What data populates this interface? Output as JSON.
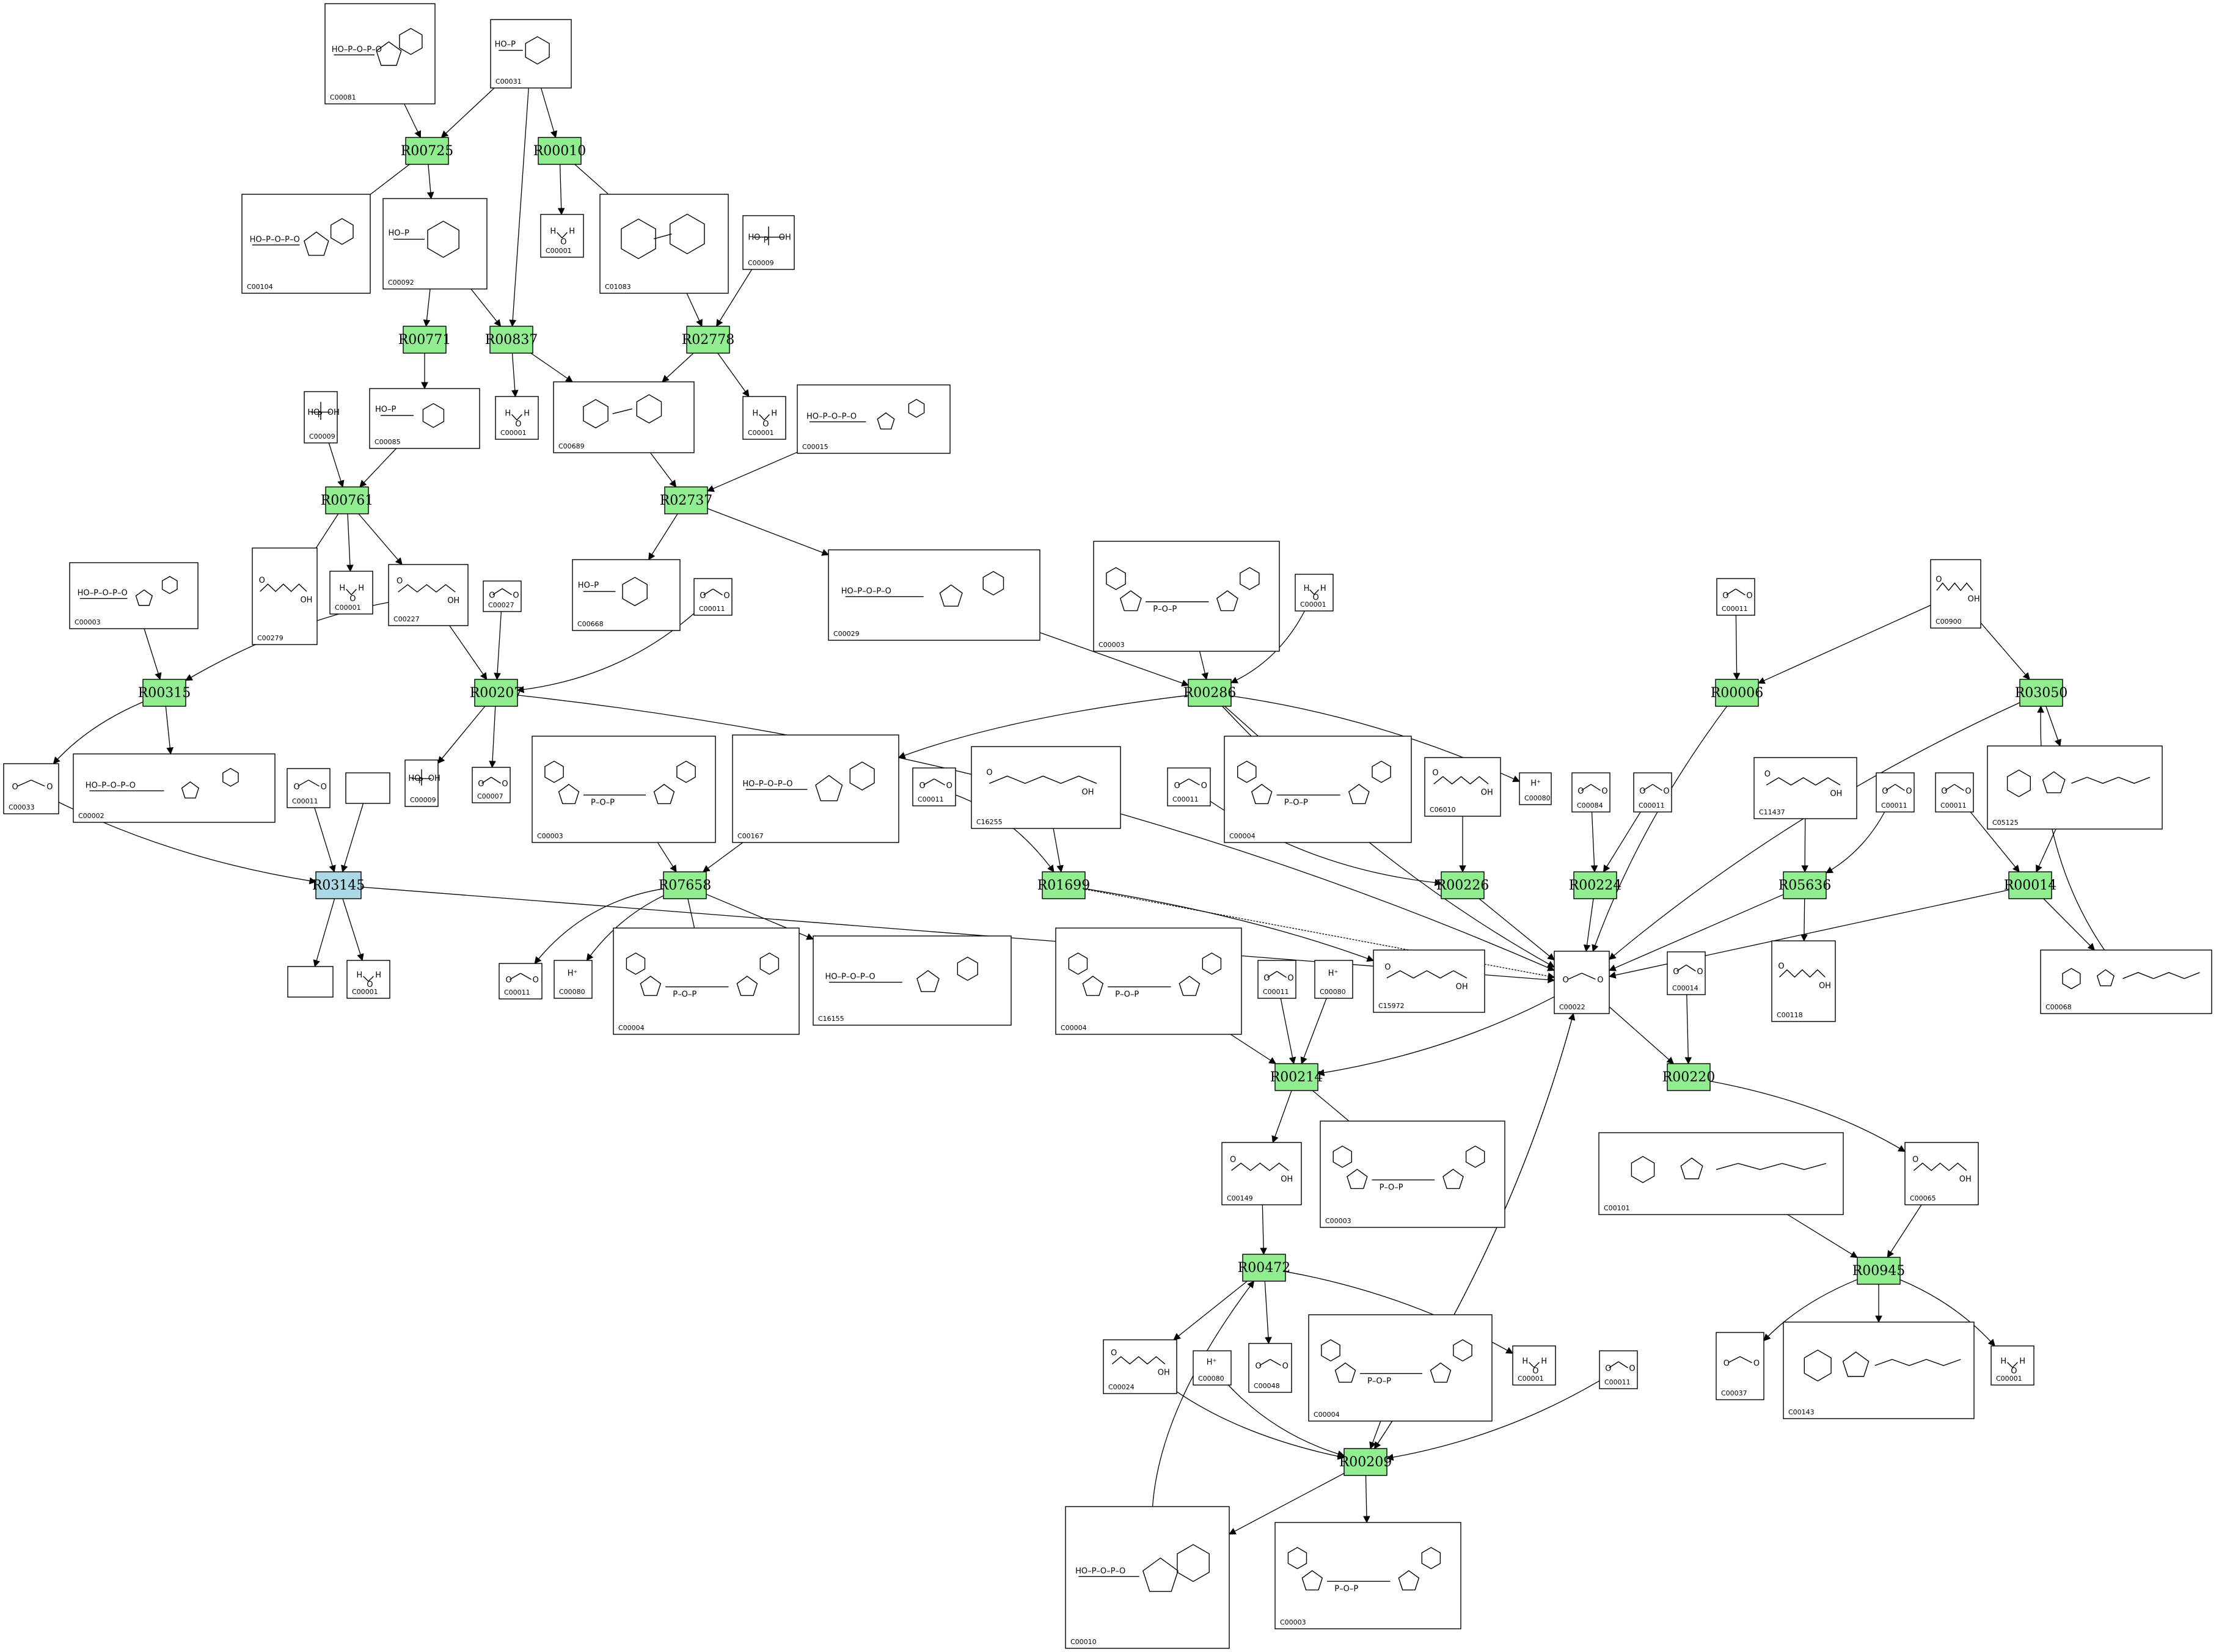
{
  "colors": {
    "reaction": "#90ee90",
    "reaction_highlight": "#add8e6",
    "edge": "#000000"
  },
  "reactions": [
    {
      "id": "R00725",
      "label": "R00725",
      "highlight": false
    },
    {
      "id": "R00010",
      "label": "R00010",
      "highlight": false
    },
    {
      "id": "R00771",
      "label": "R00771",
      "highlight": false
    },
    {
      "id": "R00837",
      "label": "R00837",
      "highlight": false
    },
    {
      "id": "R02778",
      "label": "R02778",
      "highlight": false
    },
    {
      "id": "R00761",
      "label": "R00761",
      "highlight": false
    },
    {
      "id": "R02737",
      "label": "R02737",
      "highlight": false
    },
    {
      "id": "R00315",
      "label": "R00315",
      "highlight": false
    },
    {
      "id": "R00207",
      "label": "R00207",
      "highlight": false
    },
    {
      "id": "R00286",
      "label": "R00286",
      "highlight": false
    },
    {
      "id": "R00006",
      "label": "R00006",
      "highlight": false
    },
    {
      "id": "R03050",
      "label": "R03050",
      "highlight": false
    },
    {
      "id": "R03145",
      "label": "R03145",
      "highlight": true
    },
    {
      "id": "R07658",
      "label": "R07658",
      "highlight": false
    },
    {
      "id": "R01699",
      "label": "R01699",
      "highlight": false
    },
    {
      "id": "R00226",
      "label": "R00226",
      "highlight": false
    },
    {
      "id": "R00224",
      "label": "R00224",
      "highlight": false
    },
    {
      "id": "R05636",
      "label": "R05636",
      "highlight": false
    },
    {
      "id": "R00014",
      "label": "R00014",
      "highlight": false
    },
    {
      "id": "R00214",
      "label": "R00214",
      "highlight": false
    },
    {
      "id": "R00220",
      "label": "R00220",
      "highlight": false
    },
    {
      "id": "R00472",
      "label": "R00472",
      "highlight": false
    },
    {
      "id": "R00945",
      "label": "R00945",
      "highlight": false
    },
    {
      "id": "R00209",
      "label": "R00209",
      "highlight": false
    }
  ],
  "compounds": [
    {
      "key": "a_C00081",
      "label": "C00081",
      "mol": "nucleotide"
    },
    {
      "key": "a_C00031",
      "label": "C00031",
      "mol": "sugar"
    },
    {
      "key": "a_C00104",
      "label": "C00104",
      "mol": "nucleotide"
    },
    {
      "key": "a_C00092",
      "label": "C00092",
      "mol": "sugar"
    },
    {
      "key": "a_C00001a",
      "label": "C00001",
      "mol": "water"
    },
    {
      "key": "a_C01083",
      "label": "C01083",
      "mol": "disaccharide"
    },
    {
      "key": "a_C00009a",
      "label": "C00009",
      "mol": "phosphate"
    },
    {
      "key": "a_C00009b",
      "label": "C00009",
      "mol": "phosphate"
    },
    {
      "key": "a_C00085",
      "label": "C00085",
      "mol": "sugar"
    },
    {
      "key": "a_C00001b",
      "label": "C00001",
      "mol": "water"
    },
    {
      "key": "a_C00689",
      "label": "C00689",
      "mol": "disaccharide"
    },
    {
      "key": "a_C00001c",
      "label": "C00001",
      "mol": "water"
    },
    {
      "key": "a_C00015",
      "label": "C00015",
      "mol": "nucleotide"
    },
    {
      "key": "a_C00279",
      "label": "C00279",
      "mol": "chain"
    },
    {
      "key": "a_C00001d",
      "label": "C00001",
      "mol": "water"
    },
    {
      "key": "a_C00227",
      "label": "C00227",
      "mol": "chain"
    },
    {
      "key": "a_C00003a",
      "label": "C00003",
      "mol": "nucleotide"
    },
    {
      "key": "a_C00027",
      "label": "C00027",
      "mol": "small"
    },
    {
      "key": "a_C00668",
      "label": "C00668",
      "mol": "sugar"
    },
    {
      "key": "a_C00011a",
      "label": "C00011",
      "mol": "small"
    },
    {
      "key": "a_C00029",
      "label": "C00029",
      "mol": "nucleotide"
    },
    {
      "key": "a_C00003b",
      "label": "C00003",
      "mol": "dinucleotide"
    },
    {
      "key": "a_C00001e",
      "label": "C00001",
      "mol": "water"
    },
    {
      "key": "a_C00011b",
      "label": "C00011",
      "mol": "small"
    },
    {
      "key": "a_C00900",
      "label": "C00900",
      "mol": "chain"
    },
    {
      "key": "a_C00033",
      "label": "C00033",
      "mol": "small"
    },
    {
      "key": "a_C00002",
      "label": "C00002",
      "mol": "nucleotide"
    },
    {
      "key": "a_C00011c",
      "label": "C00011",
      "mol": "small"
    },
    {
      "key": "a_blank1",
      "label": "",
      "mol": "none"
    },
    {
      "key": "a_C00009c",
      "label": "C00009",
      "mol": "phosphate"
    },
    {
      "key": "a_C00007",
      "label": "C00007",
      "mol": "small"
    },
    {
      "key": "a_C00003c",
      "label": "C00003",
      "mol": "dinucleotide"
    },
    {
      "key": "a_C00167",
      "label": "C00167",
      "mol": "nucleotide"
    },
    {
      "key": "a_C00011d",
      "label": "C00011",
      "mol": "small"
    },
    {
      "key": "a_C16255",
      "label": "C16255",
      "mol": "chain"
    },
    {
      "key": "a_C00004a",
      "label": "C00004",
      "mol": "dinucleotide"
    },
    {
      "key": "a_C00080a",
      "label": "C00080",
      "mol": "hplus"
    },
    {
      "key": "a_C00011e",
      "label": "C00011",
      "mol": "small"
    },
    {
      "key": "a_C06010",
      "label": "C06010",
      "mol": "chain"
    },
    {
      "key": "a_C00084",
      "label": "C00084",
      "mol": "small"
    },
    {
      "key": "a_C00011f",
      "label": "C00011",
      "mol": "small"
    },
    {
      "key": "a_C11437",
      "label": "C11437",
      "mol": "chain"
    },
    {
      "key": "a_C00011g",
      "label": "C00011",
      "mol": "small"
    },
    {
      "key": "a_C00011h",
      "label": "C00011",
      "mol": "small"
    },
    {
      "key": "a_C05125",
      "label": "C05125",
      "mol": "heterocycle"
    },
    {
      "key": "a_blank2",
      "label": "",
      "mol": "none"
    },
    {
      "key": "a_C00001f",
      "label": "C00001",
      "mol": "water"
    },
    {
      "key": "a_C00011i",
      "label": "C00011",
      "mol": "small"
    },
    {
      "key": "a_C00080b",
      "label": "C00080",
      "mol": "hplus"
    },
    {
      "key": "a_C00004b",
      "label": "C00004",
      "mol": "dinucleotide"
    },
    {
      "key": "a_C16155",
      "label": "C16155",
      "mol": "nucleotide"
    },
    {
      "key": "a_C00004c",
      "label": "C00004",
      "mol": "dinucleotide"
    },
    {
      "key": "a_C00011j",
      "label": "C00011",
      "mol": "small"
    },
    {
      "key": "a_C00080c",
      "label": "C00080",
      "mol": "hplus"
    },
    {
      "key": "a_C15972",
      "label": "C15972",
      "mol": "chain"
    },
    {
      "key": "a_C00022",
      "label": "C00022",
      "mol": "small"
    },
    {
      "key": "a_C00014",
      "label": "C00014",
      "mol": "small"
    },
    {
      "key": "a_C00118",
      "label": "C00118",
      "mol": "chain"
    },
    {
      "key": "a_C00068",
      "label": "C00068",
      "mol": "heterocycle"
    },
    {
      "key": "a_C00149",
      "label": "C00149",
      "mol": "chain"
    },
    {
      "key": "a_C00003d",
      "label": "C00003",
      "mol": "dinucleotide"
    },
    {
      "key": "a_C00101",
      "label": "C00101",
      "mol": "heterocycle"
    },
    {
      "key": "a_C00065",
      "label": "C00065",
      "mol": "chain"
    },
    {
      "key": "a_C00024",
      "label": "C00024",
      "mol": "chain"
    },
    {
      "key": "a_C00080d",
      "label": "C00080",
      "mol": "hplus"
    },
    {
      "key": "a_C00048",
      "label": "C00048",
      "mol": "small"
    },
    {
      "key": "a_C00004d",
      "label": "C00004",
      "mol": "dinucleotide"
    },
    {
      "key": "a_C00001g",
      "label": "C00001",
      "mol": "water"
    },
    {
      "key": "a_C00011k",
      "label": "C00011",
      "mol": "small"
    },
    {
      "key": "a_C00037",
      "label": "C00037",
      "mol": "small"
    },
    {
      "key": "a_C00143",
      "label": "C00143",
      "mol": "heterocycle"
    },
    {
      "key": "a_C00001h",
      "label": "C00001",
      "mol": "water"
    },
    {
      "key": "a_C00010",
      "label": "C00010",
      "mol": "nucleotide"
    },
    {
      "key": "a_C00003e",
      "label": "C00003",
      "mol": "dinucleotide"
    }
  ]
}
